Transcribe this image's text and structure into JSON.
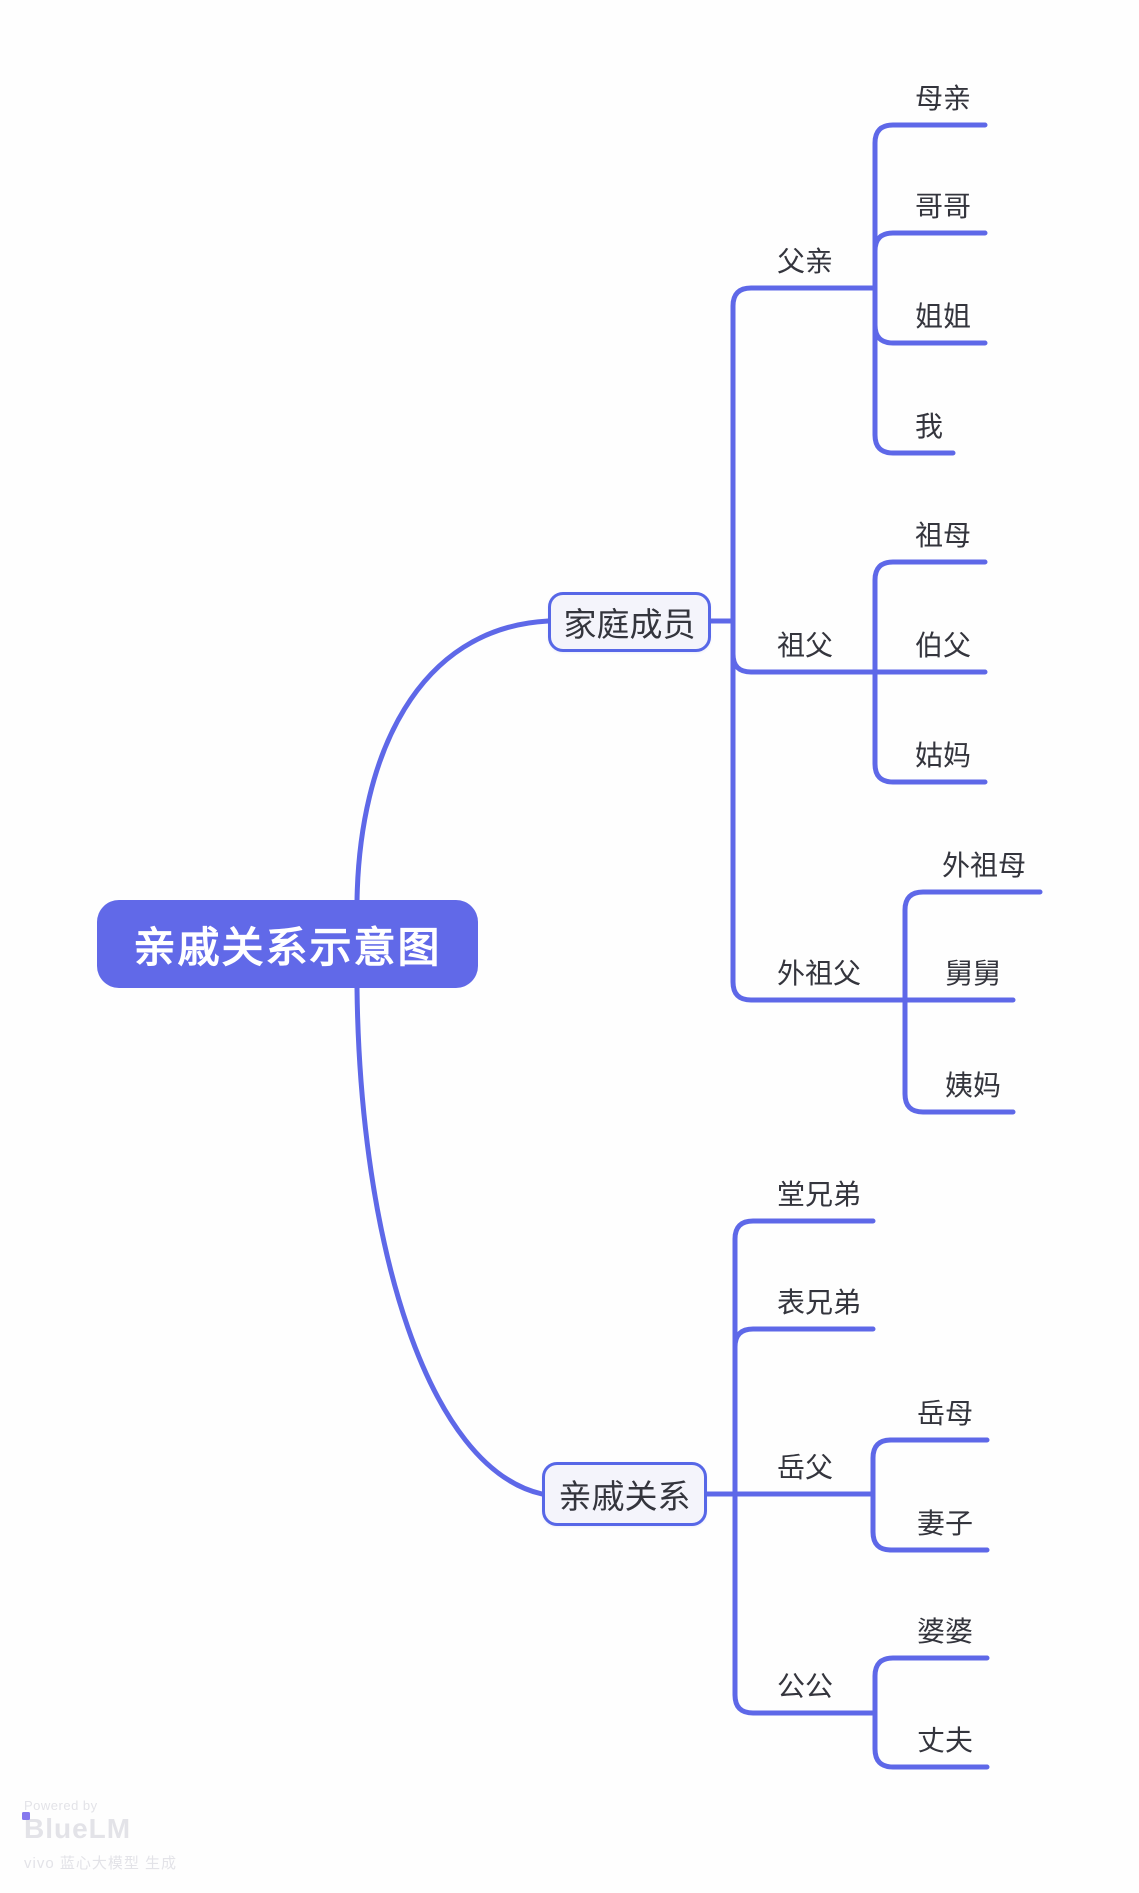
{
  "root": {
    "label": "亲戚关系示意图"
  },
  "branches": [
    {
      "label": "家庭成员",
      "children": [
        {
          "label": "父亲",
          "children": [
            "母亲",
            "哥哥",
            "姐姐",
            "我"
          ]
        },
        {
          "label": "祖父",
          "children": [
            "祖母",
            "伯父",
            "姑妈"
          ]
        },
        {
          "label": "外祖父",
          "children": [
            "外祖母",
            "舅舅",
            "姨妈"
          ]
        }
      ]
    },
    {
      "label": "亲戚关系",
      "children": [
        {
          "label": "堂兄弟",
          "children": []
        },
        {
          "label": "表兄弟",
          "children": []
        },
        {
          "label": "岳父",
          "children": [
            "岳母",
            "妻子"
          ]
        },
        {
          "label": "公公",
          "children": [
            "婆婆",
            "丈夫"
          ]
        }
      ]
    }
  ],
  "watermark": {
    "powered_by": "Powered by",
    "brand": "BlueLM",
    "caption": "vivo 蓝心大模型 生成"
  },
  "colors": {
    "connector": "#5E68E8",
    "root_fill": "#6169E8",
    "root_text": "#FFFFFF",
    "node_border": "#5767E7",
    "node_fill": "#F4F4FB",
    "label_text": "#34353D",
    "watermark_text": "#E3E3E8",
    "logo_square": "#8578EE",
    "canvas_bg": "#FEFEFE"
  }
}
